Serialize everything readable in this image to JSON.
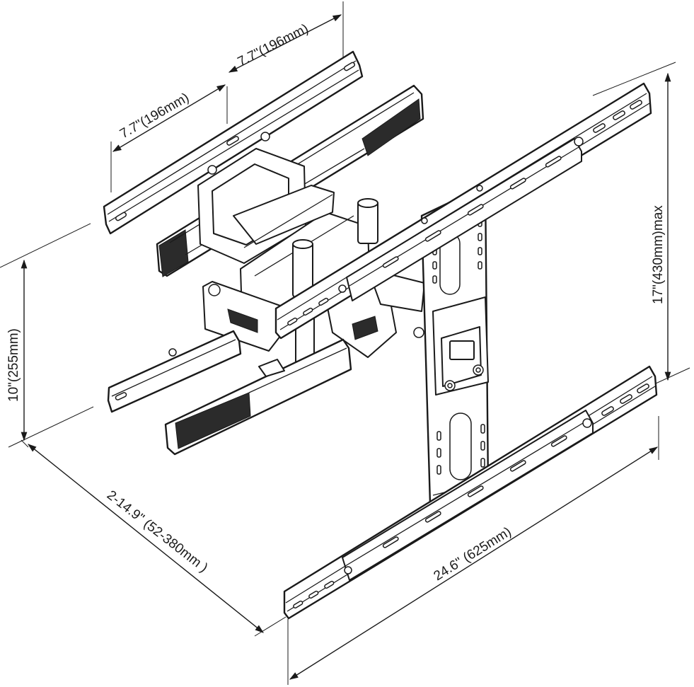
{
  "diagram": {
    "dimensions": {
      "top_left_width": "7.7\"(196mm)",
      "top_right_width": "7.7\"(196mm)",
      "left_height": "10\"(255mm)",
      "right_height": "17\"(430mm)max",
      "extension_depth": "2-14.9\" (52-380mm )",
      "rail_width": "24.6\" (625mm)"
    }
  }
}
